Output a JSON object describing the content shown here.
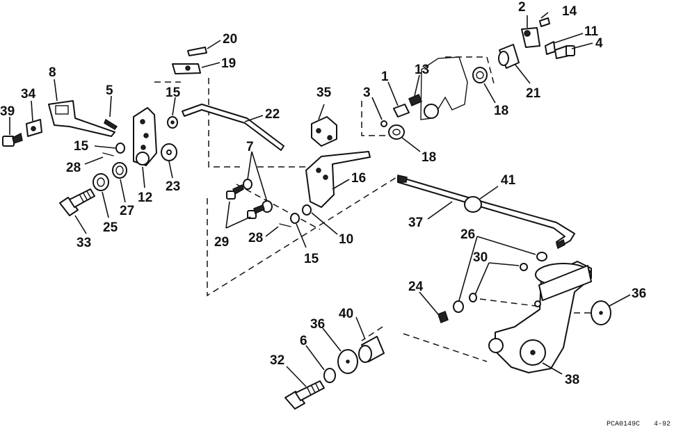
{
  "callouts": {
    "c1": "1",
    "c2": "2",
    "c3": "3",
    "c4": "4",
    "c5": "5",
    "c6": "6",
    "c7": "7",
    "c8": "8",
    "c10": "10",
    "c11": "11",
    "c12": "12",
    "c13": "13",
    "c14": "14",
    "c15a": "15",
    "c15b": "15",
    "c15c": "15",
    "c16": "16",
    "c18a": "18",
    "c18b": "18",
    "c19": "19",
    "c20": "20",
    "c21": "21",
    "c22": "22",
    "c23": "23",
    "c24": "24",
    "c25": "25",
    "c26": "26",
    "c27": "27",
    "c28a": "28",
    "c28b": "28",
    "c29": "29",
    "c30": "30",
    "c32": "32",
    "c33": "33",
    "c34": "34",
    "c35": "35",
    "c36a": "36",
    "c36b": "36",
    "c37": "37",
    "c38": "38",
    "c39": "39",
    "c40": "40",
    "c41": "41"
  },
  "footer": {
    "code": "PCA0149C",
    "date": "4-92"
  }
}
